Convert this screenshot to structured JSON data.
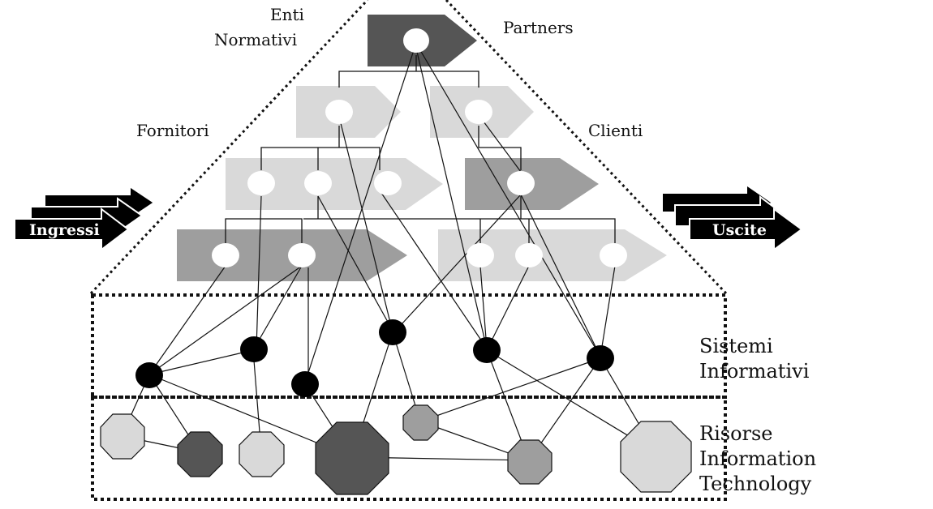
{
  "labels": {
    "enti_line1": "Enti",
    "enti_line2": "Normativi",
    "partners": "Partners",
    "fornitori": "Fornitori",
    "clienti": "Clienti",
    "ingressi": "Ingressi",
    "uscite": "Uscite",
    "sistemi_line1": "Sistemi",
    "sistemi_line2": "Informativi",
    "risorse_line1": "Risorse",
    "risorse_line2": "Information",
    "risorse_line3": "Technology"
  },
  "colors": {
    "dark": "#555555",
    "medium": "#9e9e9e",
    "light": "#d9d9d9",
    "black": "#000000",
    "white": "#ffffff"
  }
}
